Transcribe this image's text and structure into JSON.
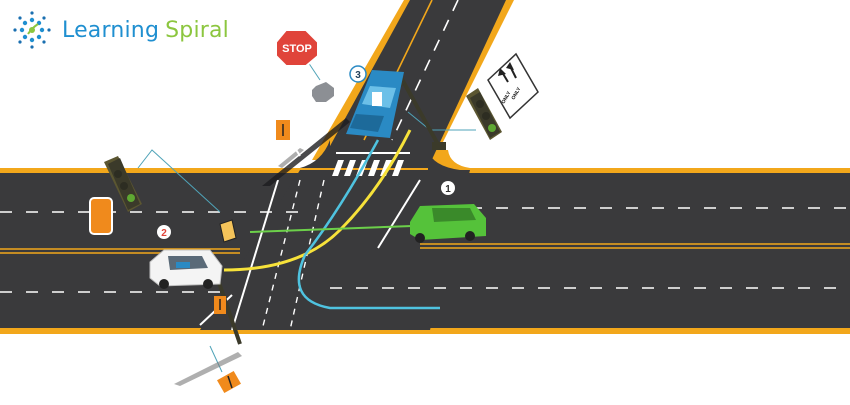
{
  "logo": {
    "word1": "Learning",
    "word2": "Spiral",
    "mark_colors": [
      "#1f8fd0",
      "#2aa0d8",
      "#8cc63f",
      "#1a6fb0"
    ]
  },
  "signs": {
    "stop": "STOP",
    "lane_sign_left": "ONLY",
    "lane_sign_right": "ONLY"
  },
  "vehicle_labels": {
    "blue_car": "3",
    "white_car": "2",
    "green_car": "1"
  },
  "colors": {
    "road": "#3a3a3c",
    "road_edge": "#f2a71b",
    "lane_marking": "#ffffff",
    "path_yellow": "#f7e23a",
    "path_blue": "#4fc3e0",
    "path_green": "#6cd04a",
    "signal_body": "#3b3a2a",
    "signal_light": "#5fa832",
    "ped_sign": "#f08a1c",
    "stop_red": "#e0443a",
    "car_blue": "#2a8ac4",
    "car_white": "#f4f4f4",
    "car_green": "#55c23a"
  }
}
